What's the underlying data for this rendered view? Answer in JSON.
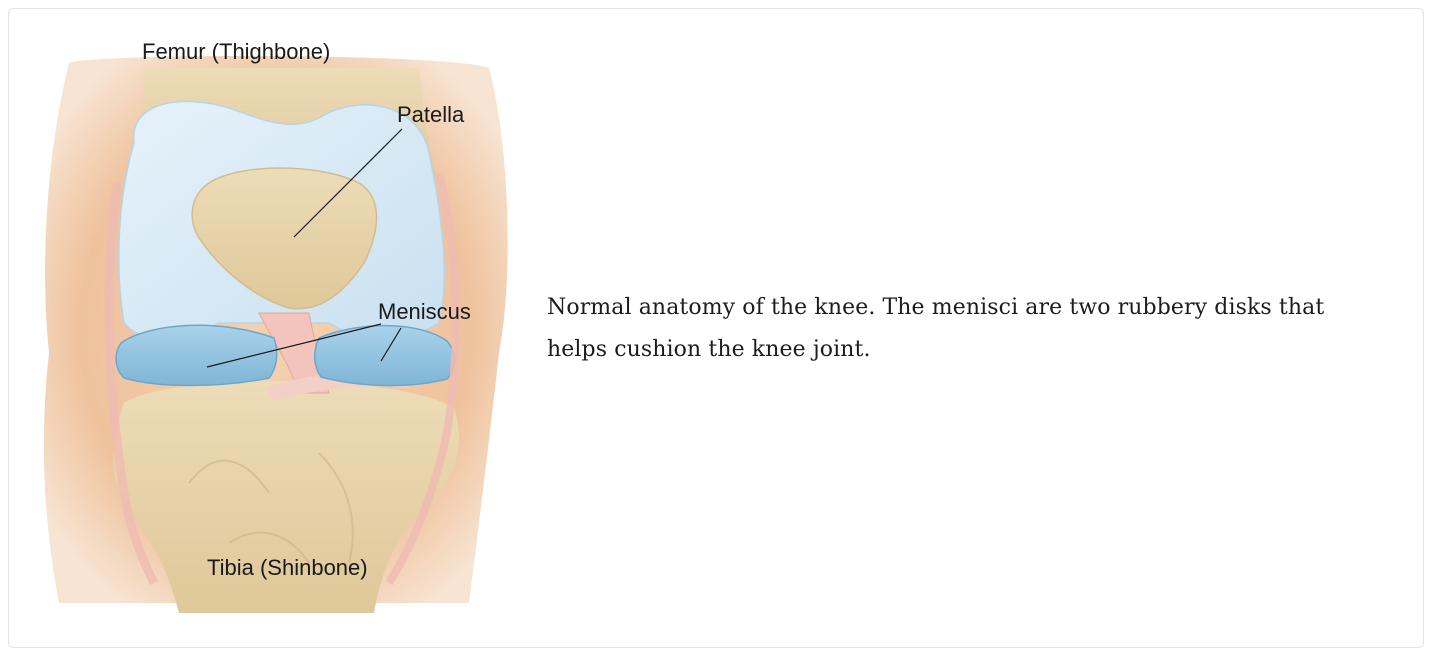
{
  "figure": {
    "labels": {
      "femur": "Femur (Thighbone)",
      "patella": "Patella",
      "meniscus": "Meniscus",
      "tibia": "Tibia (Shinbone)"
    },
    "colors": {
      "skin": "#f1caa6",
      "bone": "#e9d6b0",
      "cartilage": "#d9ebf6",
      "meniscus": "#8fc2df",
      "ligament": "#f2c4bc"
    }
  },
  "caption": {
    "text": "Normal anatomy of the knee. The menisci are two rubbery disks that helps cushion the knee joint."
  }
}
